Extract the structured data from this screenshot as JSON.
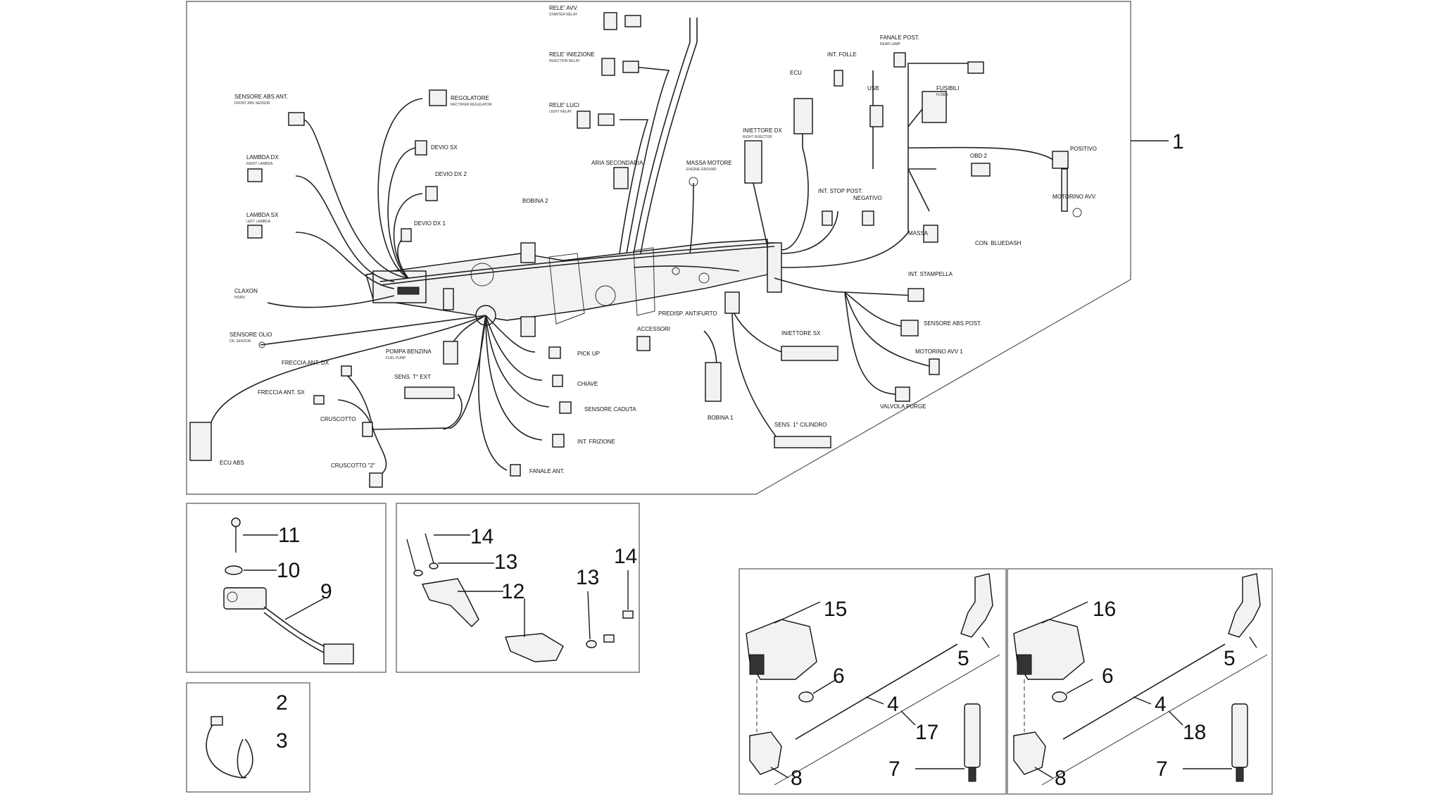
{
  "callouts": {
    "n1": "1",
    "n2": "2",
    "n3": "3",
    "n4a": "4",
    "n4b": "4",
    "n5a": "5",
    "n5b": "5",
    "n6a": "6",
    "n6b": "6",
    "n7a": "7",
    "n7b": "7",
    "n8a": "8",
    "n8b": "8",
    "n9": "9",
    "n10": "10",
    "n11": "11",
    "n12": "12",
    "n13a": "13",
    "n13b": "13",
    "n14a": "14",
    "n14b": "14",
    "n15": "15",
    "n16": "16",
    "n17": "17",
    "n18": "18"
  },
  "harness_labels": {
    "rele_avv": "RELE' AVV.",
    "rele_avv_en": "STARTER RELAY",
    "rele_iniezione": "RELE' INIEZIONE",
    "rele_iniezione_en": "INJECTION RELAY",
    "rele_luci": "RELE' LUCI",
    "rele_luci_en": "LIGHT RELAY",
    "regolatore": "REGOLATORE",
    "regolatore_en": "RECTIFIER REGULATOR",
    "sensore_abs_ant": "SENSORE ABS ANT.",
    "sensore_abs_ant_en": "FRONT ABS SENSOR",
    "devio_sx": "DEVIO SX",
    "devio_dx2": "DEVIO DX 2",
    "devio_dx1": "DEVIO DX 1",
    "lambda_dx": "LAMBDA DX",
    "lambda_dx_en": "RIGHT LAMBDA",
    "lambda_sx": "LAMBDA SX",
    "lambda_sx_en": "LEFT LAMBDA",
    "claxon": "CLAXON",
    "claxon_en": "HORN",
    "sensore_olio": "SENSORE OLIO",
    "sensore_olio_en": "OIL SENSOR",
    "bobina_2": "BOBINA 2",
    "aria_secondaria": "ARIA SECONDARIA",
    "massa_motore": "MASSA MOTORE",
    "massa_motore_en": "ENGINE GROUND",
    "ecu": "ECU",
    "int_folle": "INT. FOLLE",
    "usb": "USB",
    "fanale_post": "FANALE POST.",
    "fanale_post_en": "REAR LAMP",
    "fusibili": "FUSIBILI",
    "fusibili_en": "FUSES",
    "positivo": "POSITIVO",
    "motorino_avv": "MOTORINO AVV.",
    "iniettore_dx": "INIETTORE DX",
    "iniettore_dx_en": "RIGHT INJECTOR",
    "int_stop_post": "INT. STOP POST.",
    "negativo": "NEGATIVO",
    "obd2": "OBD 2",
    "con_bluedash": "CON. BLUEDASH",
    "int_stampella": "INT. STAMPELLA",
    "sensore_abs_post": "SENSORE ABS POST.",
    "motorino_avv_1": "MOTORINO AVV 1",
    "valvola_purge": "VALVOLA PURGE",
    "iniettore_sx": "INIETTORE SX",
    "predisp_antifurto": "PREDISP. ANTIFURTO",
    "bobina_1": "BOBINA 1",
    "sens_cilindro": "SENS. 1° CILINDRO",
    "pompa_benzina": "POMPA BENZINA",
    "pompa_benzina_en": "FUEL PUMP",
    "pick_up": "PICK UP",
    "chiave": "CHIAVE",
    "sensore_caduta": "SENSORE CADUTA",
    "int_frizione": "INT. FRIZIONE",
    "fanale_ant": "FANALE ANT.",
    "sens_t_ext": "SENS. T° EXT",
    "freccia_ant_dx": "FRECCIA ANT. DX",
    "freccia_ant_sx": "FRECCIA ANT. SX",
    "cruscotto": "CRUSCOTTO",
    "cruscotto2": "CRUSCOTTO \"2\"",
    "ecu_abs": "ECU ABS",
    "accessori": "ACCESSORI",
    "massa": "MASSA"
  },
  "colors": {
    "line": "#1a1a1a",
    "frame": "#555555",
    "part_fill": "#f2f2f2",
    "background": "#ffffff"
  }
}
